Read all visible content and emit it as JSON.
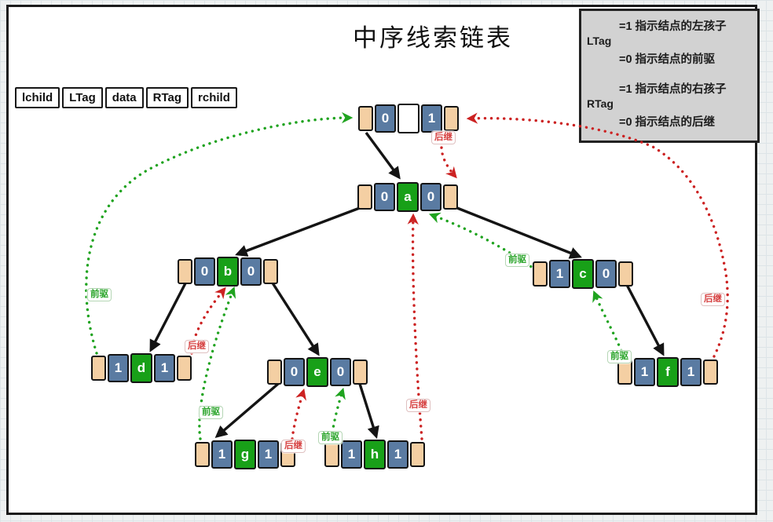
{
  "title": "中序线索链表",
  "legend": {
    "ltag_label": "LTag",
    "rtag_label": "RTag",
    "ltag_line1": "=1 指示结点的左孩子",
    "ltag_line2": "=0 指示结点的前驱",
    "rtag_line1": "=1 指示结点的右孩子",
    "rtag_line2": "=0 指示结点的后继"
  },
  "struct_fields": [
    "lchild",
    "LTag",
    "data",
    "RTag",
    "rchild"
  ],
  "nodes": {
    "head": {
      "ltag": "0",
      "data": "",
      "rtag": "1"
    },
    "a": {
      "ltag": "0",
      "data": "a",
      "rtag": "0"
    },
    "b": {
      "ltag": "0",
      "data": "b",
      "rtag": "0"
    },
    "c": {
      "ltag": "1",
      "data": "c",
      "rtag": "0"
    },
    "d": {
      "ltag": "1",
      "data": "d",
      "rtag": "1"
    },
    "e": {
      "ltag": "0",
      "data": "e",
      "rtag": "0"
    },
    "f": {
      "ltag": "1",
      "data": "f",
      "rtag": "1"
    },
    "g": {
      "ltag": "1",
      "data": "g",
      "rtag": "1"
    },
    "h": {
      "ltag": "1",
      "data": "h",
      "rtag": "1"
    }
  },
  "thread_labels": {
    "pred": "前驱",
    "succ": "后继"
  },
  "colors": {
    "tag_blue": "#5a7ba2",
    "data_green": "#18a018",
    "pointer_tan": "#f4cfa3",
    "pred_green": "#2ba52b",
    "succ_red": "#d64040",
    "edge_black": "#141414",
    "legend_bg": "#d2d2d2"
  }
}
